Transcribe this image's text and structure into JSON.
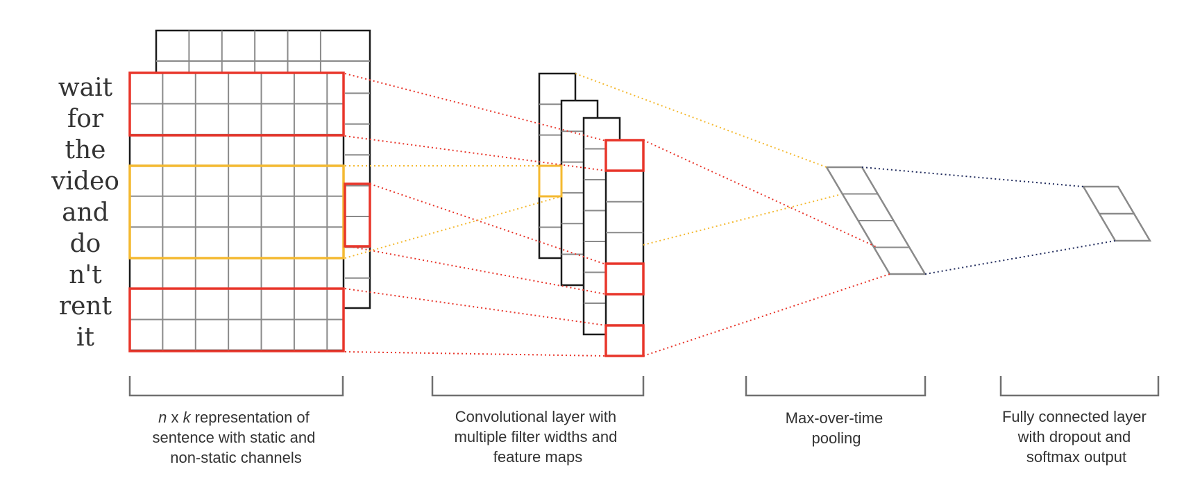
{
  "words": [
    "wait",
    "for",
    "the",
    "video",
    "and",
    "do",
    "n't",
    "rent",
    "it"
  ],
  "captions": {
    "representation": [
      [
        {
          "text": "n",
          "italic": true
        },
        {
          "text": " x ",
          "italic": false
        },
        {
          "text": "k",
          "italic": true
        },
        {
          "text": " representation of",
          "italic": false
        }
      ],
      [
        {
          "text": "sentence with static and",
          "italic": false
        }
      ],
      [
        {
          "text": "non-static channels",
          "italic": false
        }
      ]
    ],
    "convolution": [
      "Convolutional layer with",
      "multiple filter widths and",
      "feature maps"
    ],
    "pooling": [
      "Max-over-time",
      "pooling"
    ],
    "fully_connected": [
      "Fully connected layer",
      "with dropout and",
      "softmax output"
    ]
  },
  "colors": {
    "red": "#e8352a",
    "yellow": "#f4b930",
    "navy": "#1f2a5c",
    "grid": "#8a8a8a",
    "frame": "#1a1a1a",
    "text": "#333333"
  }
}
